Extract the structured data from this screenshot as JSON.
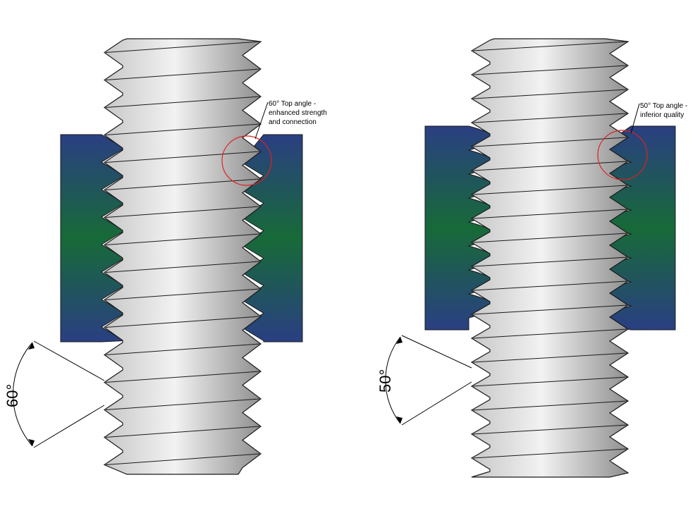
{
  "diagrams": [
    {
      "id": "left",
      "angle_deg": 60,
      "angle_label": "60°",
      "annotation": [
        "60° Top angle -",
        "enhanced strength",
        "and connection"
      ]
    },
    {
      "id": "right",
      "angle_deg": 50,
      "angle_label": "50°",
      "annotation": [
        "50° Top angle -",
        "inferior quality"
      ]
    }
  ],
  "colors": {
    "bolt_light": "#f2f2f2",
    "bolt_mid": "#c8c8c8",
    "bolt_dark": "#8f8f8f",
    "nut_edge": "#2a3f82",
    "nut_center": "#176a38",
    "highlight_circle": "#e02020",
    "outline": "#1a1a1a"
  }
}
